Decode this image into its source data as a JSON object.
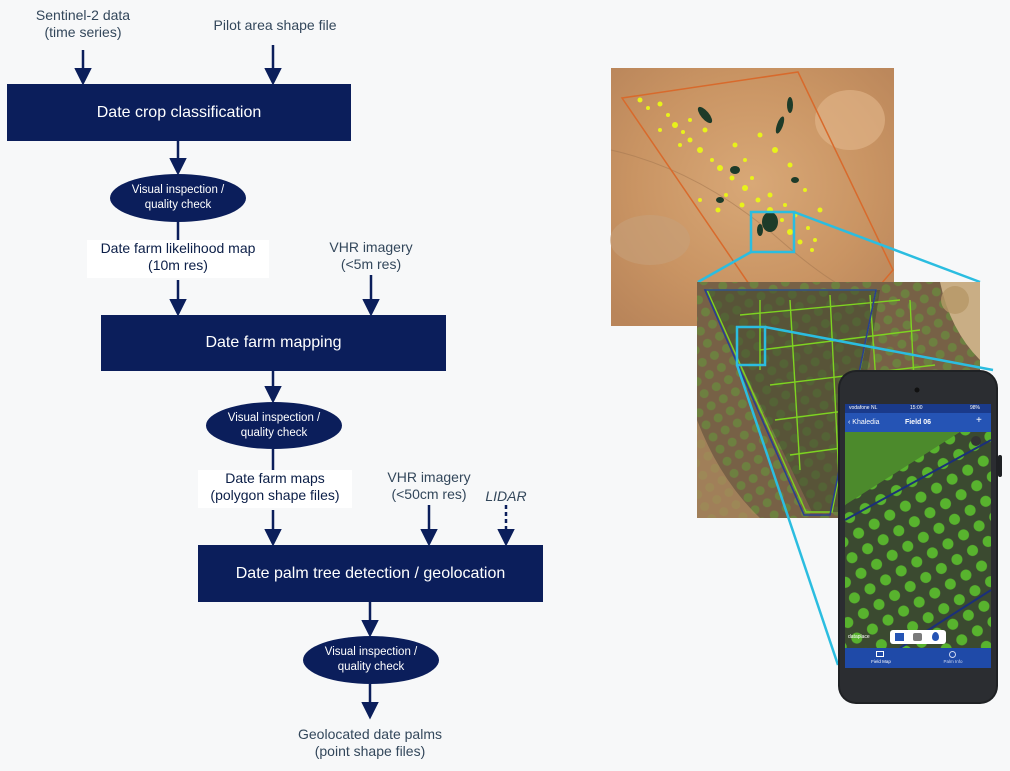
{
  "inputs": {
    "sentinel": "Sentinel-2 data\n(time series)",
    "pilot": "Pilot area shape file",
    "vhr1": "VHR imagery\n(<5m res)",
    "vhr2": "VHR imagery\n(<50cm res)",
    "lidar": "LIDAR"
  },
  "processes": {
    "classification": "Date crop classification",
    "farm_mapping": "Date farm mapping",
    "tree_detection": "Date palm tree detection / geolocation"
  },
  "checks": {
    "qc1": "Visual inspection /\nquality check",
    "qc2": "Visual inspection /\nquality check",
    "qc3": "Visual inspection /\nquality check"
  },
  "outputs": {
    "likelihood": "Date farm likelihood map\n(10m res)",
    "farm_maps": "Date farm maps\n(polygon shape files)",
    "geolocated": "Geolocated date palms\n(point shape files)"
  },
  "phone": {
    "carrier": "vodafone NL",
    "time": "15:00",
    "battery": "98%",
    "back_label": "Khaledia",
    "screen_title": "Field 06",
    "brand": "dataplace",
    "tab_field_map": "Field Map",
    "tab_palm_info": "Palm Info"
  },
  "colors": {
    "process": "#0b1e5b",
    "arrow": "#0b1e5b",
    "highlight": "#2bbde0",
    "farm_green": "#7ed321",
    "crop_yellow": "#e8f21a"
  }
}
